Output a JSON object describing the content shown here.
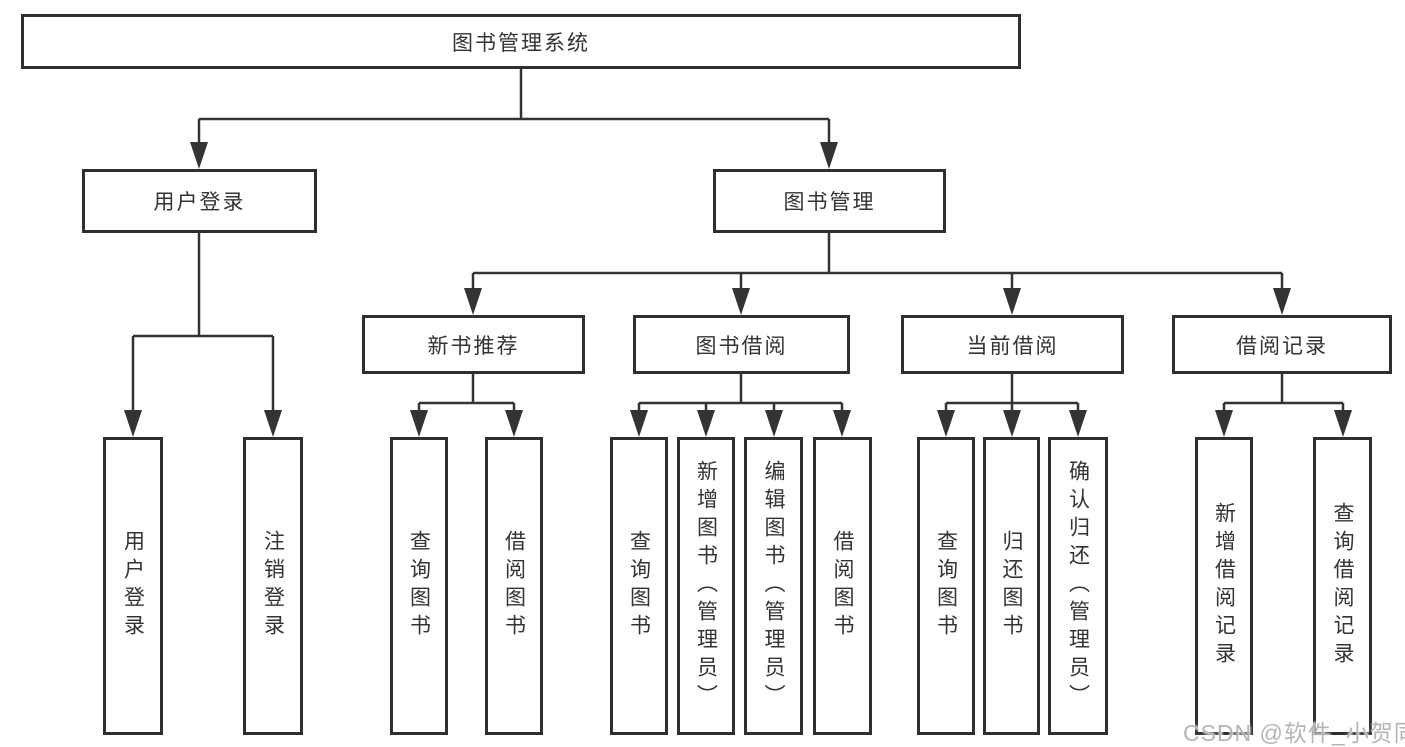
{
  "diagram_title": "图书管理系统",
  "tree": {
    "root": {
      "label": "图书管理系统"
    },
    "branches": [
      {
        "label": "用户登录",
        "children": [
          {
            "label": "用户登录"
          },
          {
            "label": "注销登录"
          }
        ]
      },
      {
        "label": "图书管理",
        "children": [
          {
            "label": "新书推荐",
            "children": [
              {
                "label": "查询图书"
              },
              {
                "label": "借阅图书"
              }
            ]
          },
          {
            "label": "图书借阅",
            "children": [
              {
                "label": "查询图书"
              },
              {
                "label": "新增图书（管理员）"
              },
              {
                "label": "编辑图书（管理员）"
              },
              {
                "label": "借阅图书"
              }
            ]
          },
          {
            "label": "当前借阅",
            "children": [
              {
                "label": "查询图书"
              },
              {
                "label": "归还图书"
              },
              {
                "label": "确认归还（管理员）"
              }
            ]
          },
          {
            "label": "借阅记录",
            "children": [
              {
                "label": "新增借阅记录"
              },
              {
                "label": "查询借阅记录"
              }
            ]
          }
        ]
      }
    ]
  },
  "watermark": {
    "text": "CSDN @软件_小贺同学"
  },
  "colors": {
    "line": "#333333",
    "box_border": "#2f2f2f",
    "text": "#333333",
    "background": "#ffffff",
    "watermark": "#b5b5b5"
  }
}
